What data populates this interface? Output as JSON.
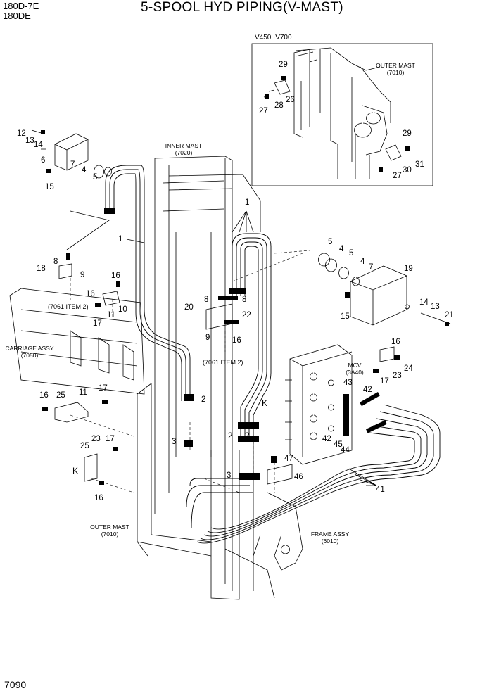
{
  "header": {
    "model_line_1": "180D-7E",
    "model_line_2": "180DE",
    "title": "5-SPOOL HYD PIPING(V-MAST)"
  },
  "inset": {
    "range": "V450~V700",
    "outer_mast": "OUTER MAST",
    "outer_mast_code": "(7010)"
  },
  "labels": {
    "inner_mast": "INNER MAST",
    "inner_mast_code": "(7020)",
    "carriage_assy": "CARRIAGE ASSY",
    "carriage_assy_code": "(7050)",
    "outer_mast": "OUTER MAST",
    "outer_mast_code": "(7010)",
    "frame_assy": "FRAME ASSY",
    "frame_assy_code": "(6010)",
    "mcv": "MCV",
    "mcv_code": "(3A40)",
    "ref_left": "(7061 ITEM 2)",
    "ref_center": "(7061 ITEM 2)",
    "k_right": "K",
    "k_left": "K"
  },
  "callouts": [
    "1",
    "2",
    "3",
    "4",
    "5",
    "6",
    "7",
    "8",
    "9",
    "10",
    "11",
    "12",
    "13",
    "14",
    "15",
    "16",
    "17",
    "18",
    "19",
    "20",
    "21",
    "22",
    "23",
    "24",
    "25",
    "26",
    "27",
    "28",
    "29",
    "30",
    "31",
    "41",
    "42",
    "43",
    "44",
    "45",
    "46",
    "47"
  ],
  "footer": {
    "page_number": "7090"
  }
}
